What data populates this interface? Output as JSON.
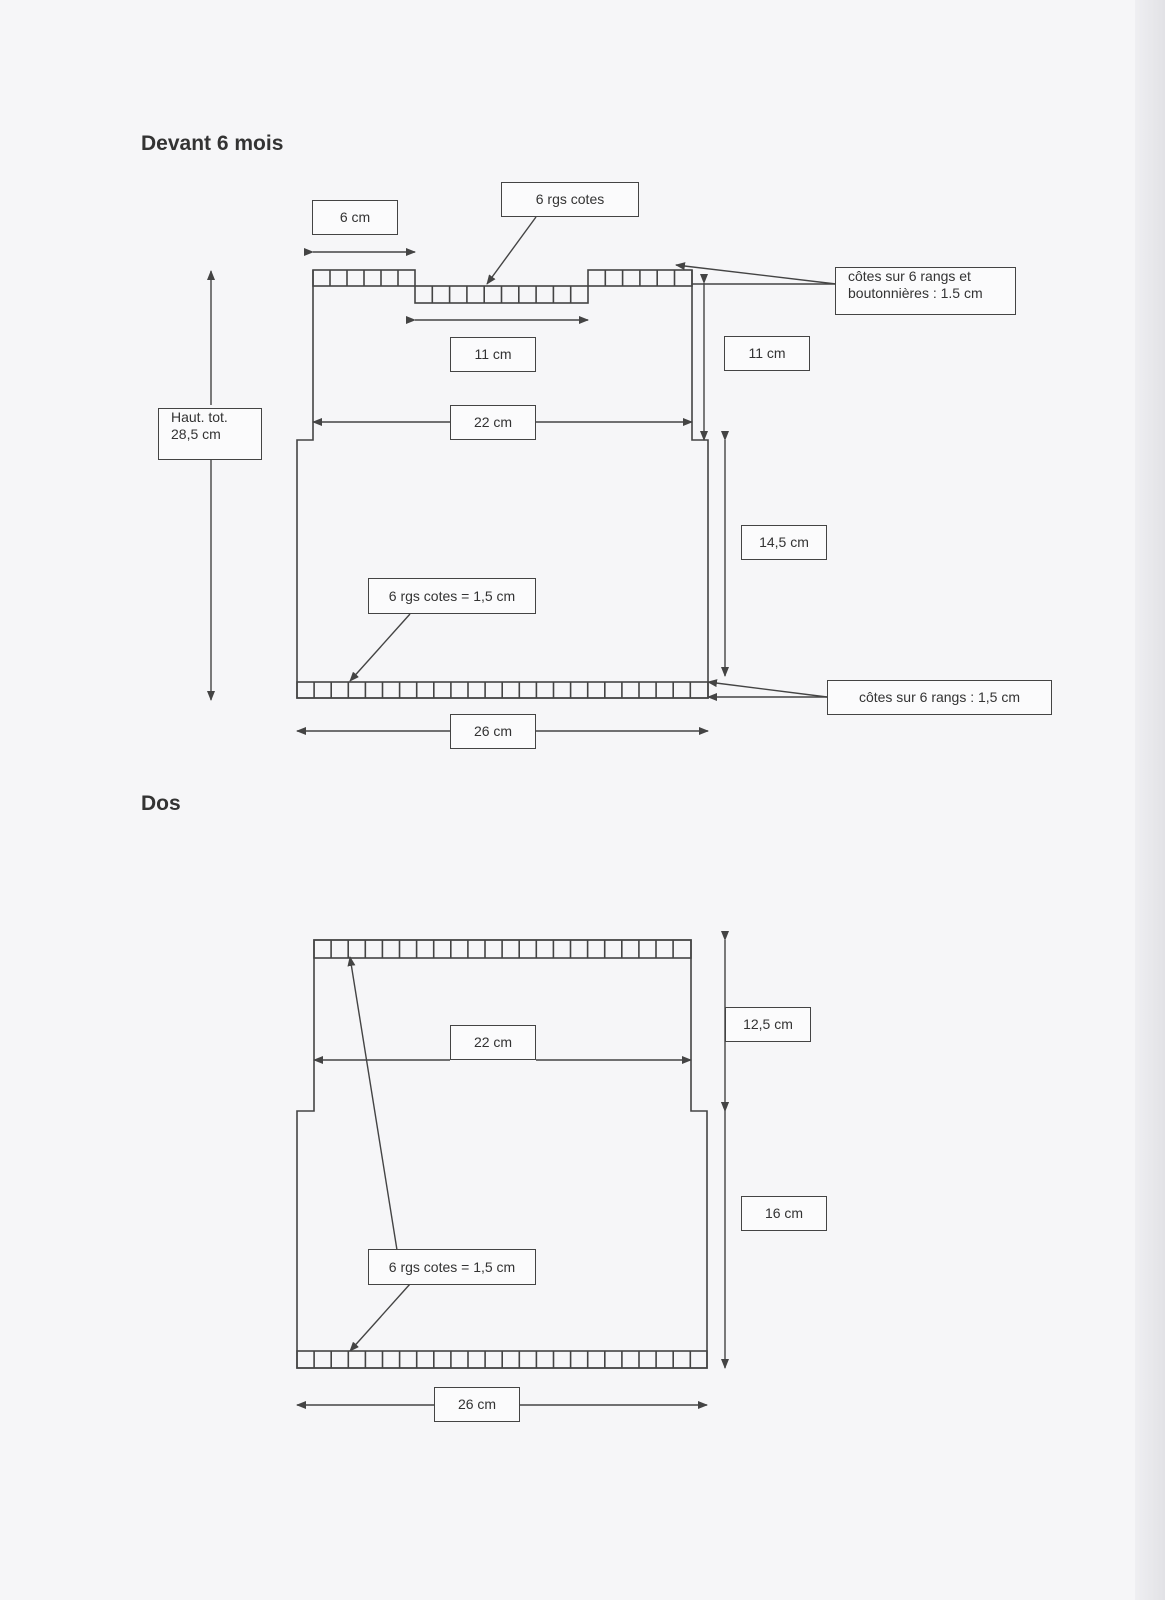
{
  "front": {
    "title": "Devant 6 mois",
    "labels": {
      "shoulder_width": "6 cm",
      "neck_ribbing": "6 rgs cotes",
      "button_band": [
        "côtes sur 6 rangs et",
        "boutonnières : 1.5 cm"
      ],
      "neck_width": "11 cm",
      "armhole_height": "11 cm",
      "total_height": [
        "Haut. tot.",
        "28,5 cm"
      ],
      "chest_width": "22 cm",
      "body_height": "14,5 cm",
      "hem_ribbing": "6 rgs cotes = 1,5 cm",
      "hem_band": "côtes sur 6 rangs : 1,5 cm",
      "hem_width": "26 cm"
    }
  },
  "back": {
    "title": "Dos",
    "labels": {
      "armhole_height": "12,5 cm",
      "chest_width": "22 cm",
      "body_height": "16 cm",
      "ribbing": "6 rgs cotes = 1,5 cm",
      "hem_width": "26 cm"
    }
  },
  "colors": {
    "line": "#444444",
    "paper": "#f6f6f8"
  }
}
